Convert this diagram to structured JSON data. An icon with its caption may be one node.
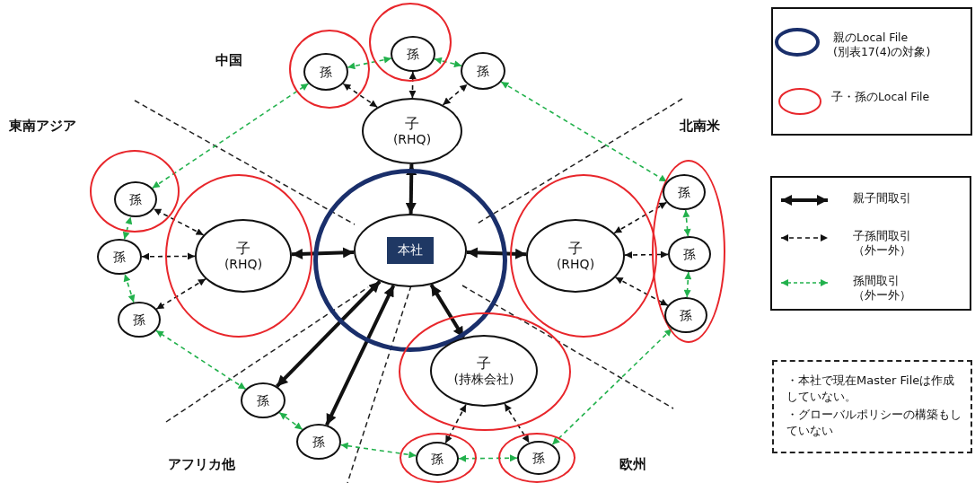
{
  "diagram": {
    "nodes": [
      {
        "text": [],
        "shape": "circle"
      },
      {
        "text": [
          "本社"
        ],
        "in": 0
      },
      {
        "text": [],
        "shape": "circle"
      },
      {
        "text": [
          "孫"
        ],
        "in": 2
      },
      {
        "text": [],
        "shape": "circle"
      },
      {
        "text": [
          "孫"
        ],
        "in": 4
      },
      {
        "text": [
          "孫"
        ]
      },
      {
        "text": [
          "子",
          "(RHQ)"
        ]
      },
      {
        "text": [],
        "shape": "circle"
      },
      {
        "text": [
          "孫"
        ],
        "in": 8
      },
      {
        "text": [
          "孫"
        ]
      },
      {
        "text": [
          "孫"
        ]
      },
      {
        "text": [],
        "shape": "circle"
      },
      {
        "text": [
          "子",
          "(RHQ)"
        ],
        "in": 12
      },
      {
        "text": [],
        "shape": "circle"
      },
      {
        "text": [
          "子",
          "(RHQ)"
        ],
        "in": 14
      },
      {
        "text": [],
        "shape": "circle"
      },
      {
        "text": [
          "孫"
        ],
        "in": 16
      },
      {
        "text": [
          "孫"
        ],
        "in": 16
      },
      {
        "text": [
          "孫"
        ],
        "in": 16
      },
      {
        "text": [],
        "shape": "circle"
      },
      {
        "text": [
          "子",
          "(持株会社)"
        ],
        "in": 20
      },
      {
        "text": [],
        "shape": "circle"
      },
      {
        "text": [
          "孫"
        ],
        "in": 22
      },
      {
        "text": [],
        "shape": "circle"
      },
      {
        "text": [
          "孫"
        ],
        "in": 24
      },
      {
        "text": [
          "孫"
        ]
      },
      {
        "text": [
          "孫"
        ]
      }
    ],
    "edges": [
      {
        "from": 1,
        "to": 7,
        "arrow": "both",
        "style": "thick"
      },
      {
        "from": 1,
        "to": 13,
        "arrow": "both",
        "style": "thick"
      },
      {
        "from": 1,
        "to": 15,
        "arrow": "both",
        "style": "thick"
      },
      {
        "from": 1,
        "to": 21,
        "arrow": "both",
        "style": "thick"
      },
      {
        "from": 1,
        "to": 26,
        "arrow": "both",
        "style": "thick"
      },
      {
        "from": 1,
        "to": 27,
        "arrow": "both",
        "style": "thick"
      },
      {
        "from": 7,
        "to": 3,
        "arrow": "both",
        "style": "dashed"
      },
      {
        "from": 7,
        "to": 5,
        "arrow": "both",
        "style": "dashed"
      },
      {
        "from": 7,
        "to": 6,
        "arrow": "both",
        "style": "dashed"
      },
      {
        "from": 13,
        "to": 9,
        "arrow": "both",
        "style": "dashed"
      },
      {
        "from": 13,
        "to": 10,
        "arrow": "both",
        "style": "dashed"
      },
      {
        "from": 13,
        "to": 11,
        "arrow": "both",
        "style": "dashed"
      },
      {
        "from": 15,
        "to": 17,
        "arrow": "both",
        "style": "dashed"
      },
      {
        "from": 15,
        "to": 18,
        "arrow": "both",
        "style": "dashed"
      },
      {
        "from": 15,
        "to": 19,
        "arrow": "both",
        "style": "dashed"
      },
      {
        "from": 21,
        "to": 23,
        "arrow": "both",
        "style": "dashed"
      },
      {
        "from": 21,
        "to": 25,
        "arrow": "both",
        "style": "dashed"
      },
      {
        "from": 3,
        "to": 5,
        "arrow": "both",
        "style": "dashed",
        "color": "#22b14c"
      },
      {
        "from": 5,
        "to": 6,
        "arrow": "both",
        "style": "dashed",
        "color": "#22b14c"
      },
      {
        "from": 6,
        "to": 17,
        "arrow": "both",
        "style": "dashed",
        "color": "#22b14c"
      },
      {
        "from": 17,
        "to": 18,
        "arrow": "both",
        "style": "dashed",
        "color": "#22b14c"
      },
      {
        "from": 18,
        "to": 19,
        "arrow": "both",
        "style": "dashed",
        "color": "#22b14c"
      },
      {
        "from": 19,
        "to": 25,
        "arrow": "both",
        "style": "dashed",
        "color": "#22b14c"
      },
      {
        "from": 25,
        "to": 23,
        "arrow": "both",
        "style": "dashed",
        "color": "#22b14c"
      },
      {
        "from": 23,
        "to": 27,
        "arrow": "both",
        "style": "dashed",
        "color": "#22b14c"
      },
      {
        "from": 27,
        "to": 26,
        "arrow": "both",
        "style": "dashed",
        "color": "#22b14c"
      },
      {
        "from": 26,
        "to": 11,
        "arrow": "both",
        "style": "dashed",
        "color": "#22b14c"
      },
      {
        "from": 11,
        "to": 10,
        "arrow": "both",
        "style": "dashed",
        "color": "#22b14c"
      },
      {
        "from": 10,
        "to": 9,
        "arrow": "both",
        "style": "dashed",
        "color": "#22b14c"
      },
      {
        "from": 9,
        "to": 3,
        "arrow": "both",
        "style": "dashed",
        "color": "#22b14c"
      }
    ],
    "labels": [
      "中国",
      "東南アジア",
      "北南米",
      "アフリカ他",
      "欧州",
      "・本社で現在Master Fileは作成していない。",
      "・グローバルポリシーの構築もしていない"
    ],
    "legend": [
      {
        "text": "親のLocal File (別表17(4)の対象)",
        "color": "#1a2f6b"
      },
      {
        "text": "子・孫のLocal File",
        "color": "#e8262b"
      },
      {
        "text": "親子間取引"
      },
      {
        "text": "子孫間取引（外ー外）"
      },
      {
        "text": "孫間取引（外ー外）"
      }
    ]
  }
}
